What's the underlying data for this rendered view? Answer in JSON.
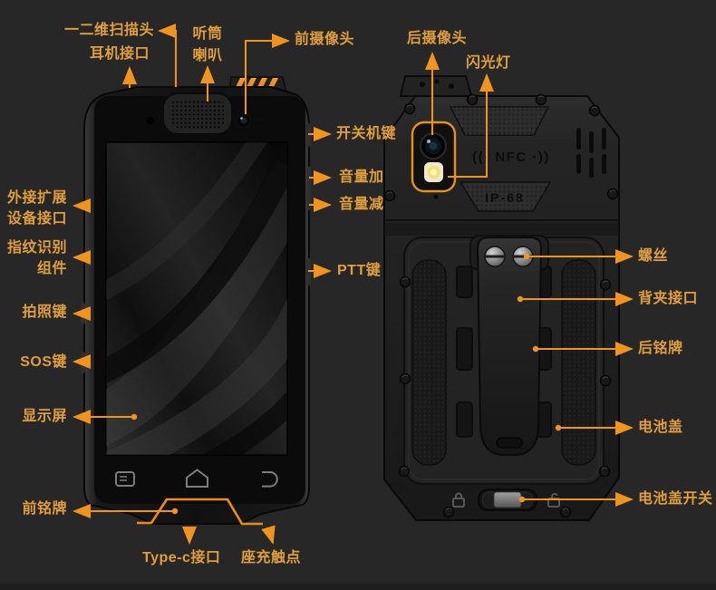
{
  "colors": {
    "background": "#272727",
    "leader_line": "#F0941E",
    "label_text": "#E09E3C",
    "highlight_outline": "#ED8A1C"
  },
  "front_view": {
    "labels": {
      "scanner_head": "一二维扫描头",
      "headphone_jack": "耳机接口",
      "earpiece_speaker": "听筒\n喇叭",
      "front_camera": "前摄像头",
      "power_key": "开关机键",
      "volume_up": "音量加",
      "volume_down": "音量减",
      "expansion_port": "外接扩展\n设备接口",
      "fingerprint_module": "指纹识别\n组件",
      "ptt_key": "PTT键",
      "camera_key": "拍照键",
      "sos_key": "SOS键",
      "display_screen": "显示屏",
      "front_nameplate": "前铭牌",
      "type_c_port": "Type-c接口",
      "dock_contacts": "座充触点"
    }
  },
  "back_view": {
    "labels": {
      "rear_camera": "后摄像头",
      "flash": "闪光灯",
      "screws": "螺丝",
      "clip_interface": "背夹接口",
      "rear_nameplate": "后铭牌",
      "battery_cover": "电池盖",
      "battery_cover_switch": "电池盖开关"
    },
    "markings": {
      "nfc": "((· NFC ·))",
      "ip_rating": "IP-68"
    }
  }
}
